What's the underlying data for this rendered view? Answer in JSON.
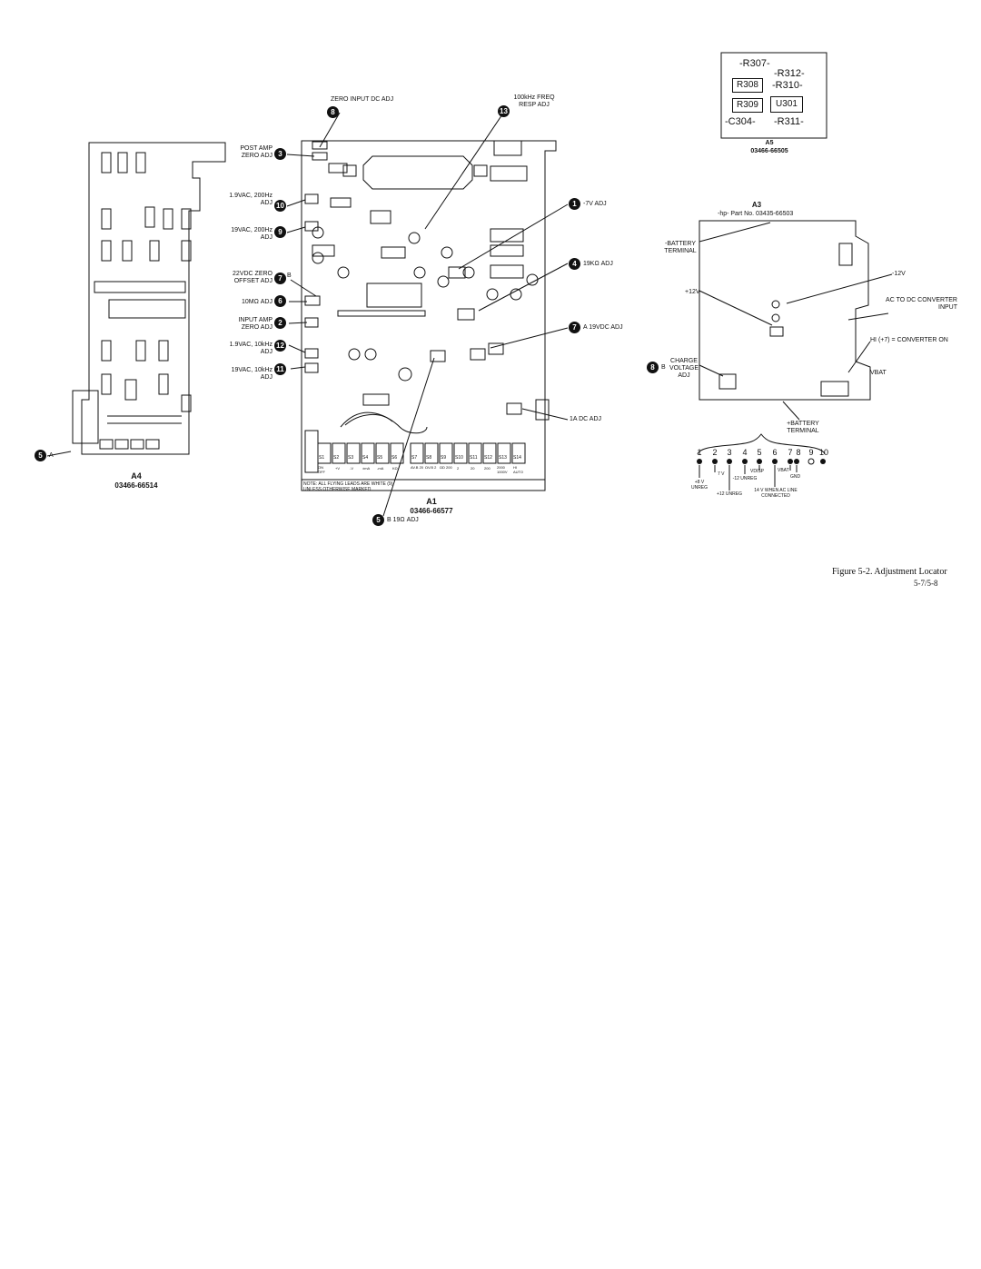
{
  "boards": {
    "a4": {
      "name": "A4",
      "part": "03466-66514",
      "callout_5": "5",
      "callout_5_suffix": "A"
    },
    "a1": {
      "name": "A1",
      "part": "03466-66577",
      "note": "NOTE: ALL FLYING LEADS ARE WHITE (9) UNLESS OTHERWISE MARKED"
    },
    "a5": {
      "name": "A5",
      "part": "03466-66505",
      "components": [
        "-R307-",
        "-R312-",
        "R308",
        "-R310-",
        "R309",
        "U301",
        "-C304-",
        "-R311-"
      ]
    },
    "a3": {
      "name": "A3",
      "part": "-hp- Part No. 03435-66503",
      "pin_numbers": [
        "1",
        "2",
        "3",
        "4",
        "5",
        "6",
        "7",
        "8",
        "9",
        "10"
      ],
      "pin_labels": {
        "p1": "+8 V UNREG",
        "p2": "7 V",
        "p3": "+12 UNREG",
        "p4": "-12 UNREG",
        "p5": "VDISP",
        "p6": "14 V WHEN AC LINE CONNECTED",
        "p7": "VBAT",
        "p8": "GND"
      }
    }
  },
  "a1_callouts": [
    {
      "num": "8",
      "text": "ZERO INPUT DC ADJ"
    },
    {
      "num": "13",
      "text": "100kHz FREQ RESP ADJ"
    },
    {
      "num": "3",
      "text": "POST AMP ZERO ADJ"
    },
    {
      "num": "10",
      "text": "1.9VAC, 200Hz ADJ"
    },
    {
      "num": "9",
      "text": "19VAC, 200Hz ADJ"
    },
    {
      "num": "7",
      "text": "22VDC ZERO OFFSET ADJ",
      "suffix": "B"
    },
    {
      "num": "6",
      "text": "10MΩ ADJ"
    },
    {
      "num": "2",
      "text": "INPUT AMP ZERO ADJ"
    },
    {
      "num": "12",
      "text": "1.9VAC, 10kHz ADJ"
    },
    {
      "num": "11",
      "text": "19VAC, 10kHz ADJ"
    },
    {
      "num": "1",
      "text": "-7V ADJ"
    },
    {
      "num": "4",
      "text": "19KΩ ADJ"
    },
    {
      "num": "7",
      "text": "A 19VDC ADJ"
    },
    {
      "num": "",
      "text": "1A DC ADJ"
    },
    {
      "num": "5",
      "text": "B 19Ω ADJ"
    }
  ],
  "a3_callouts": [
    {
      "text": "-BATTERY TERMINAL"
    },
    {
      "text": "+12V"
    },
    {
      "text": "-12V"
    },
    {
      "text": "AC TO DC CONVERTER INPUT"
    },
    {
      "text": "HI (+7) = CONVERTER ON"
    },
    {
      "text": "VBAT"
    },
    {
      "num": "8",
      "prefix": "B",
      "text": "CHARGE VOLTAGE ADJ"
    },
    {
      "text": "+BATTERY TERMINAL"
    }
  ],
  "switches": [
    "S1",
    "S2",
    "S3",
    "S4",
    "S5",
    "S6",
    "S7",
    "S8",
    "S9",
    "S10",
    "S11",
    "S12",
    "S13",
    "S14"
  ],
  "switch_labels": [
    "ON OFF",
    "+V",
    "-V",
    "±mA",
    "-mA",
    "KΩ",
    "AV.B 20",
    "ΩV.B 2",
    "ΩD 200",
    "2",
    "20",
    "200",
    "2000 1000V",
    "HI AUTO"
  ],
  "figure": {
    "caption": "Figure 5-2. Adjustment Locator",
    "page": "5-7/5-8"
  }
}
